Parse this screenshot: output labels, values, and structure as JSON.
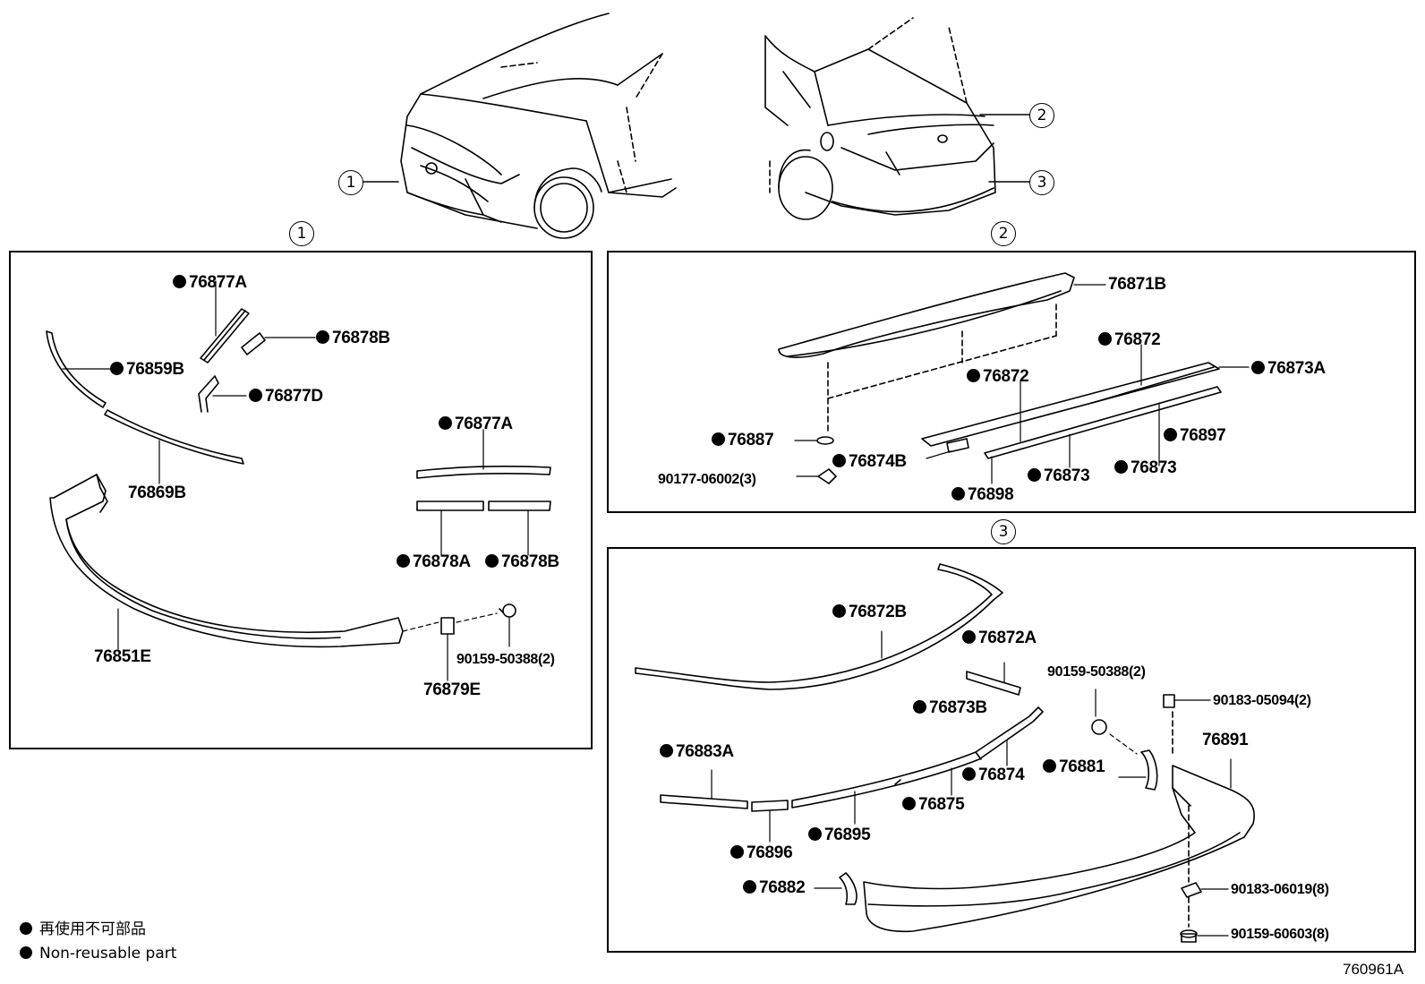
{
  "callouts": {
    "c1": "1",
    "c2": "2",
    "c3": "3"
  },
  "panel1": {
    "parts": {
      "p76877A_top": "76877A",
      "p76878B_top": "76878B",
      "p76859B": "76859B",
      "p76877D": "76877D",
      "p76869B": "76869B",
      "p76877A_right": "76877A",
      "p76878A": "76878A",
      "p76878B_right": "76878B",
      "p76851E": "76851E",
      "p90159_50388": "90159-50388(2)",
      "p76879E": "76879E"
    }
  },
  "panel2": {
    "parts": {
      "p76871B": "76871B",
      "p76872_a": "76872",
      "p76873A": "76873A",
      "p76872_b": "76872",
      "p76887": "76887",
      "p76897": "76897",
      "p76874B": "76874B",
      "p90177": "90177-06002(3)",
      "p76873_a": "76873",
      "p76873_b": "76873",
      "p76898": "76898"
    }
  },
  "panel3": {
    "parts": {
      "p76872B": "76872B",
      "p76872A": "76872A",
      "p90159_50388": "90159-50388(2)",
      "p90183_05094": "90183-05094(2)",
      "p76873B": "76873B",
      "p76891": "76891",
      "p76883A": "76883A",
      "p76881": "76881",
      "p76874": "76874",
      "p76875": "76875",
      "p76895": "76895",
      "p76896": "76896",
      "p76882": "76882",
      "p90183_06019": "90183-06019(8)",
      "p90159_60603": "90159-60603(8)"
    }
  },
  "legend": {
    "line1": "再使用不可部品",
    "line2": "Non-reusable part"
  },
  "doc_id": "760961A"
}
